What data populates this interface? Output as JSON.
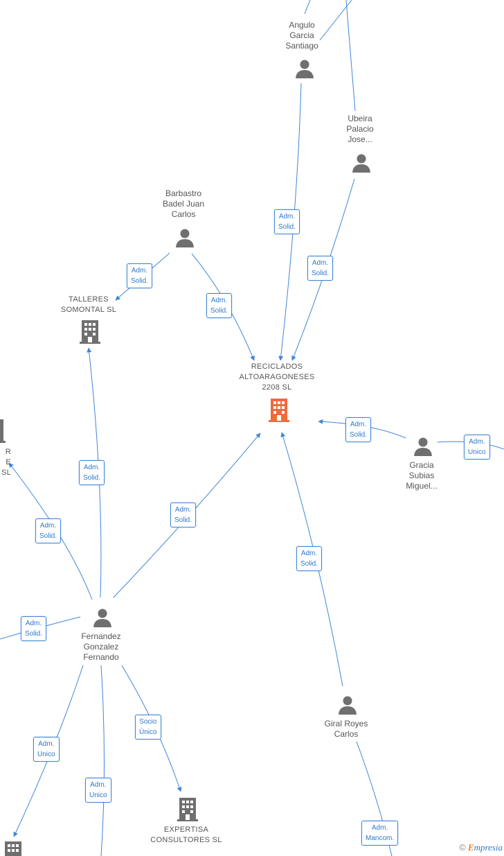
{
  "colors": {
    "edge": "#3f86d6",
    "person": "#6f6f6f",
    "company": "#6f6f6f",
    "focus": "#f26a3d"
  },
  "persons": {
    "angulo": "Angulo\nGarcia\nSantiago",
    "ubeira": "Ubeira\nPalacio\nJose...",
    "barbastro": "Barbastro\nBadel Juan\nCarlos",
    "gracia": "Gracia\nSubias\nMiguel...",
    "fernandez": "Fernandez\nGonzalez\nFernando",
    "giral": "Giral Royes\nCarlos"
  },
  "companies": {
    "reciclados": "RECICLADOS\nALTOARAGONESES\n2208 SL",
    "talleres": "TALLERES\nSOMONTAL SL",
    "expertisa": "EXPERTISA\nCONSULTORES SL",
    "left_partial": "R E\nSL"
  },
  "edge_labels": {
    "angulo_reciclados": "Adm.\nSolid.",
    "ubeira_reciclados": "Adm.\nSolid.",
    "barbastro_talleres": "Adm.\nSolid.",
    "barbastro_reciclados": "Adm.\nSolid.",
    "gracia_reciclados": "Adm.\nSolid.",
    "gracia_right": "Adm.\nUnico",
    "fernandez_talleres": "Adm.\nSolid.",
    "fernandez_reciclados": "Adm.\nSolid.",
    "fernandez_leftco": "Adm.\nSolid.",
    "fernandez_left": "Adm.\nSolid.",
    "fernandez_bottomleft": "Adm.\nUnico",
    "fernandez_bottom": "Adm.\nUnico",
    "fernandez_expertisa": "Socio\nÚnico",
    "giral_reciclados": "Adm.\nSolid.",
    "giral_bottom": "Adm.\nMancom."
  },
  "footer": {
    "copyright": "©",
    "brand_initial": "E",
    "brand_rest": "mpresia"
  }
}
